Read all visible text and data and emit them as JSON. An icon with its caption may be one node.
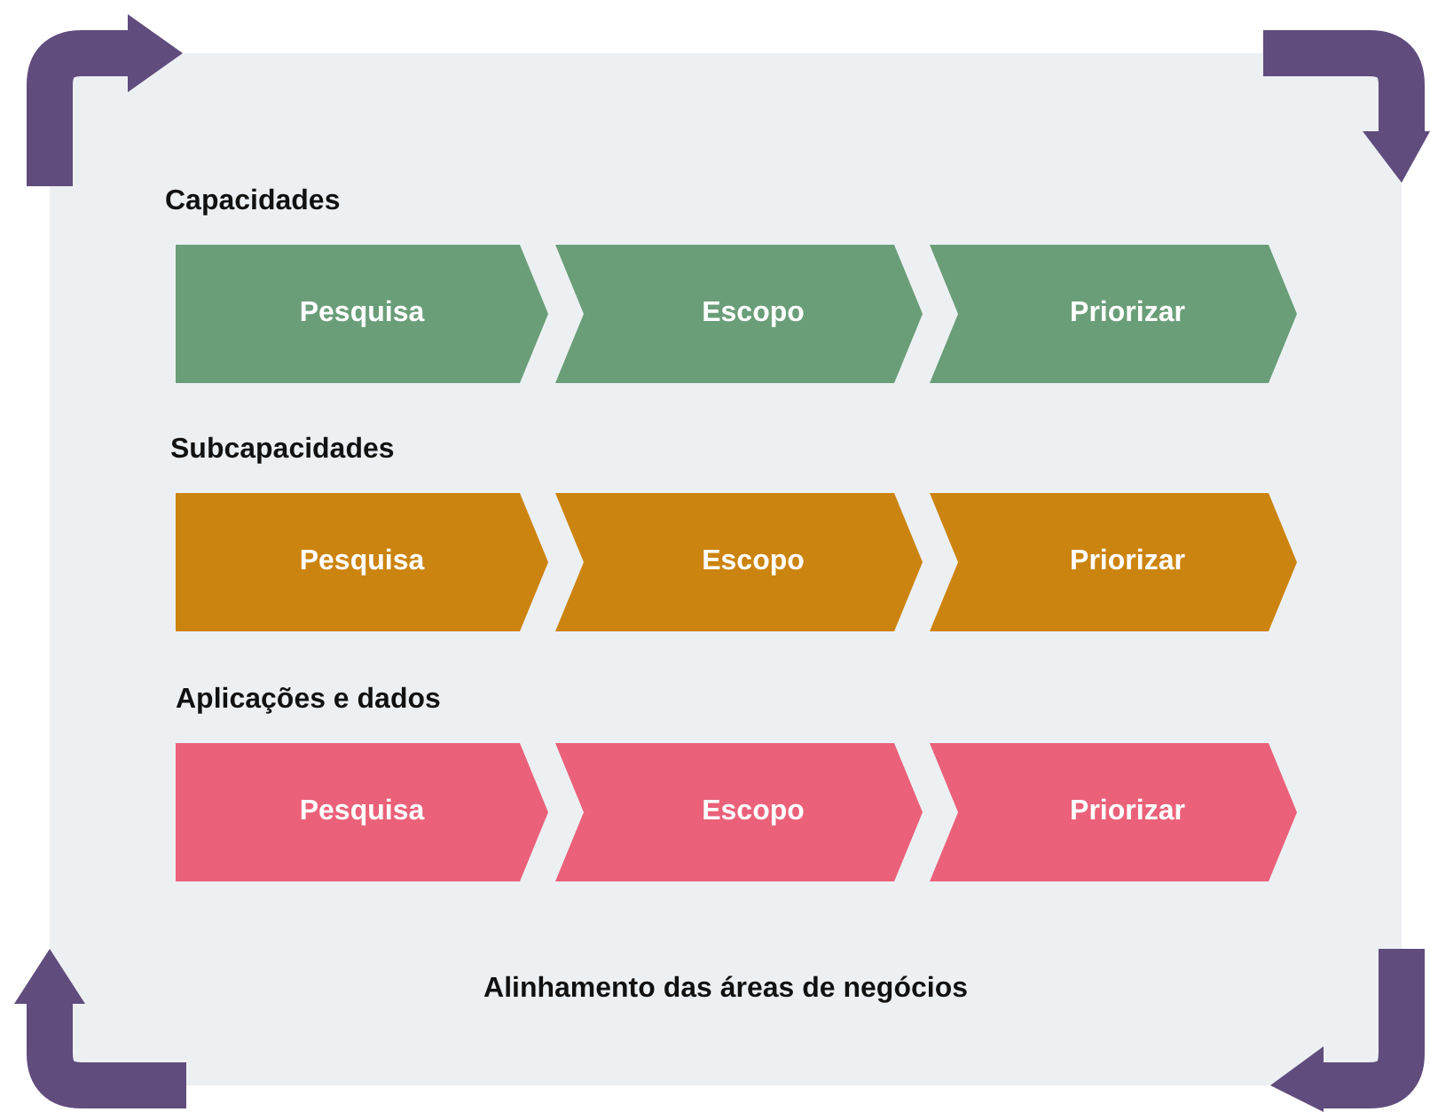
{
  "diagram": {
    "nodes": [
      {
        "text": [
          "Alinhamento das áreas de negócios"
        ]
      },
      {
        "text": [
          "Pesquisa"
        ],
        "in": 0
      },
      {
        "text": [
          "Escopo"
        ],
        "in": 0
      },
      {
        "text": [
          "Priorizar"
        ],
        "in": 0
      },
      {
        "text": [
          "Pesquisa"
        ],
        "in": 0
      },
      {
        "text": [
          "Escopo"
        ],
        "in": 0
      },
      {
        "text": [
          "Priorizar"
        ],
        "in": 0
      },
      {
        "text": [
          "Pesquisa"
        ],
        "in": 0
      },
      {
        "text": [
          "Escopo"
        ],
        "in": 0
      },
      {
        "text": [
          "Priorizar"
        ],
        "in": 0
      }
    ],
    "edges": [],
    "labels": [
      "Capacidades",
      "Subcapacidades",
      "Aplicações e dados"
    ]
  }
}
